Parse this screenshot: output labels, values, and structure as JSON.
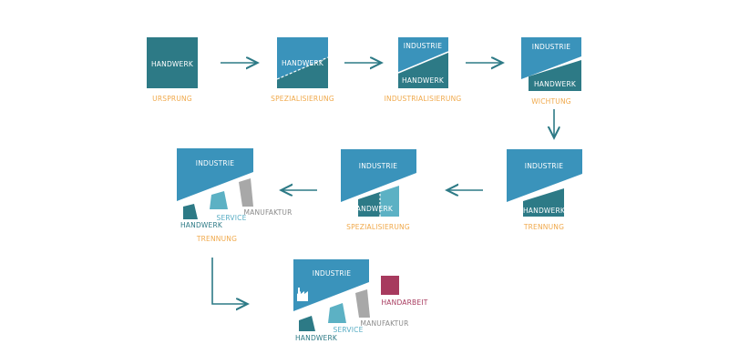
{
  "colors": {
    "dark_teal": "#2d7a86",
    "medium_teal": "#3a8eab",
    "bright_blue": "#3a93bb",
    "light_teal": "#5cb1c4",
    "grey": "#a8a8a8",
    "magenta": "#a73a5e",
    "orange_label": "#f0a94b",
    "arrow": "#2d7a86"
  },
  "stages": {
    "s1": {
      "box_label": "HANDWERK",
      "caption": "URSPRUNG"
    },
    "s2": {
      "box_label": "HANDWERK",
      "caption": "SPEZIALISIERUNG"
    },
    "s3": {
      "top_label": "INDUSTRIE",
      "bottom_label": "HANDWERK",
      "caption": "INDUSTRIALISIERUNG"
    },
    "s4": {
      "top_label": "INDUSTRIE",
      "bottom_label": "HANDWERK",
      "caption": "WICHTUNG"
    },
    "s5": {
      "top_label": "INDUSTRIE",
      "bottom_label": "HANDWERK",
      "caption": "TRENNUNG"
    },
    "s6": {
      "top_label": "INDUSTRIE",
      "bottom_label": "HANDWERK",
      "caption": "SPEZIALISIERUNG"
    },
    "s7": {
      "top_label": "INDUSTRIE",
      "handwerk": "HANDWERK",
      "service": "SERVICE",
      "manufaktur": "MANUFAKTUR",
      "caption": "TRENNUNG"
    },
    "s8": {
      "top_label": "INDUSTRIE",
      "handwerk": "HANDWERK",
      "service": "SERVICE",
      "manufaktur": "MANUFAKTUR",
      "handarbeit": "HANDARBEIT",
      "icon": "factory-icon"
    }
  }
}
